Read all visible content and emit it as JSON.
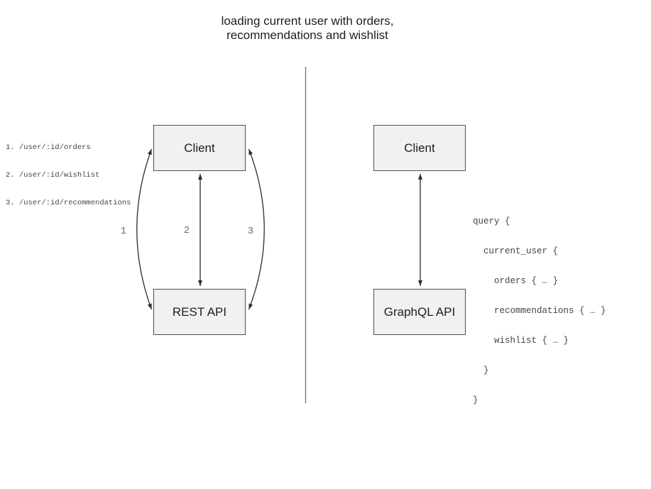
{
  "title": {
    "lines": [
      "loading current user with orders,",
      "recommendations and wishlist"
    ]
  },
  "rest_panel": {
    "endpoints": [
      "1. /user/:id/orders",
      "2. /user/:id/wishlist",
      "3. /user/:id/recommendations"
    ],
    "client_label": "Client",
    "api_label": "REST API",
    "arrow_labels": [
      "1",
      "2",
      "3"
    ]
  },
  "graphql_panel": {
    "client_label": "Client",
    "api_label": "GraphQL API",
    "query_lines": [
      "query {",
      "  current_user {",
      "    orders { … }",
      "    recommendations { … }",
      "    wishlist { … }",
      "  }",
      "}"
    ]
  },
  "colors": {
    "box_fill": "#f1f1f1",
    "box_border": "#4d4d4d",
    "arrow": "#2b2b2b",
    "divider": "#7a7a7a",
    "label_gray": "#6e6e6e",
    "code_text": "#454545",
    "heading_text": "#1d1d1d"
  }
}
